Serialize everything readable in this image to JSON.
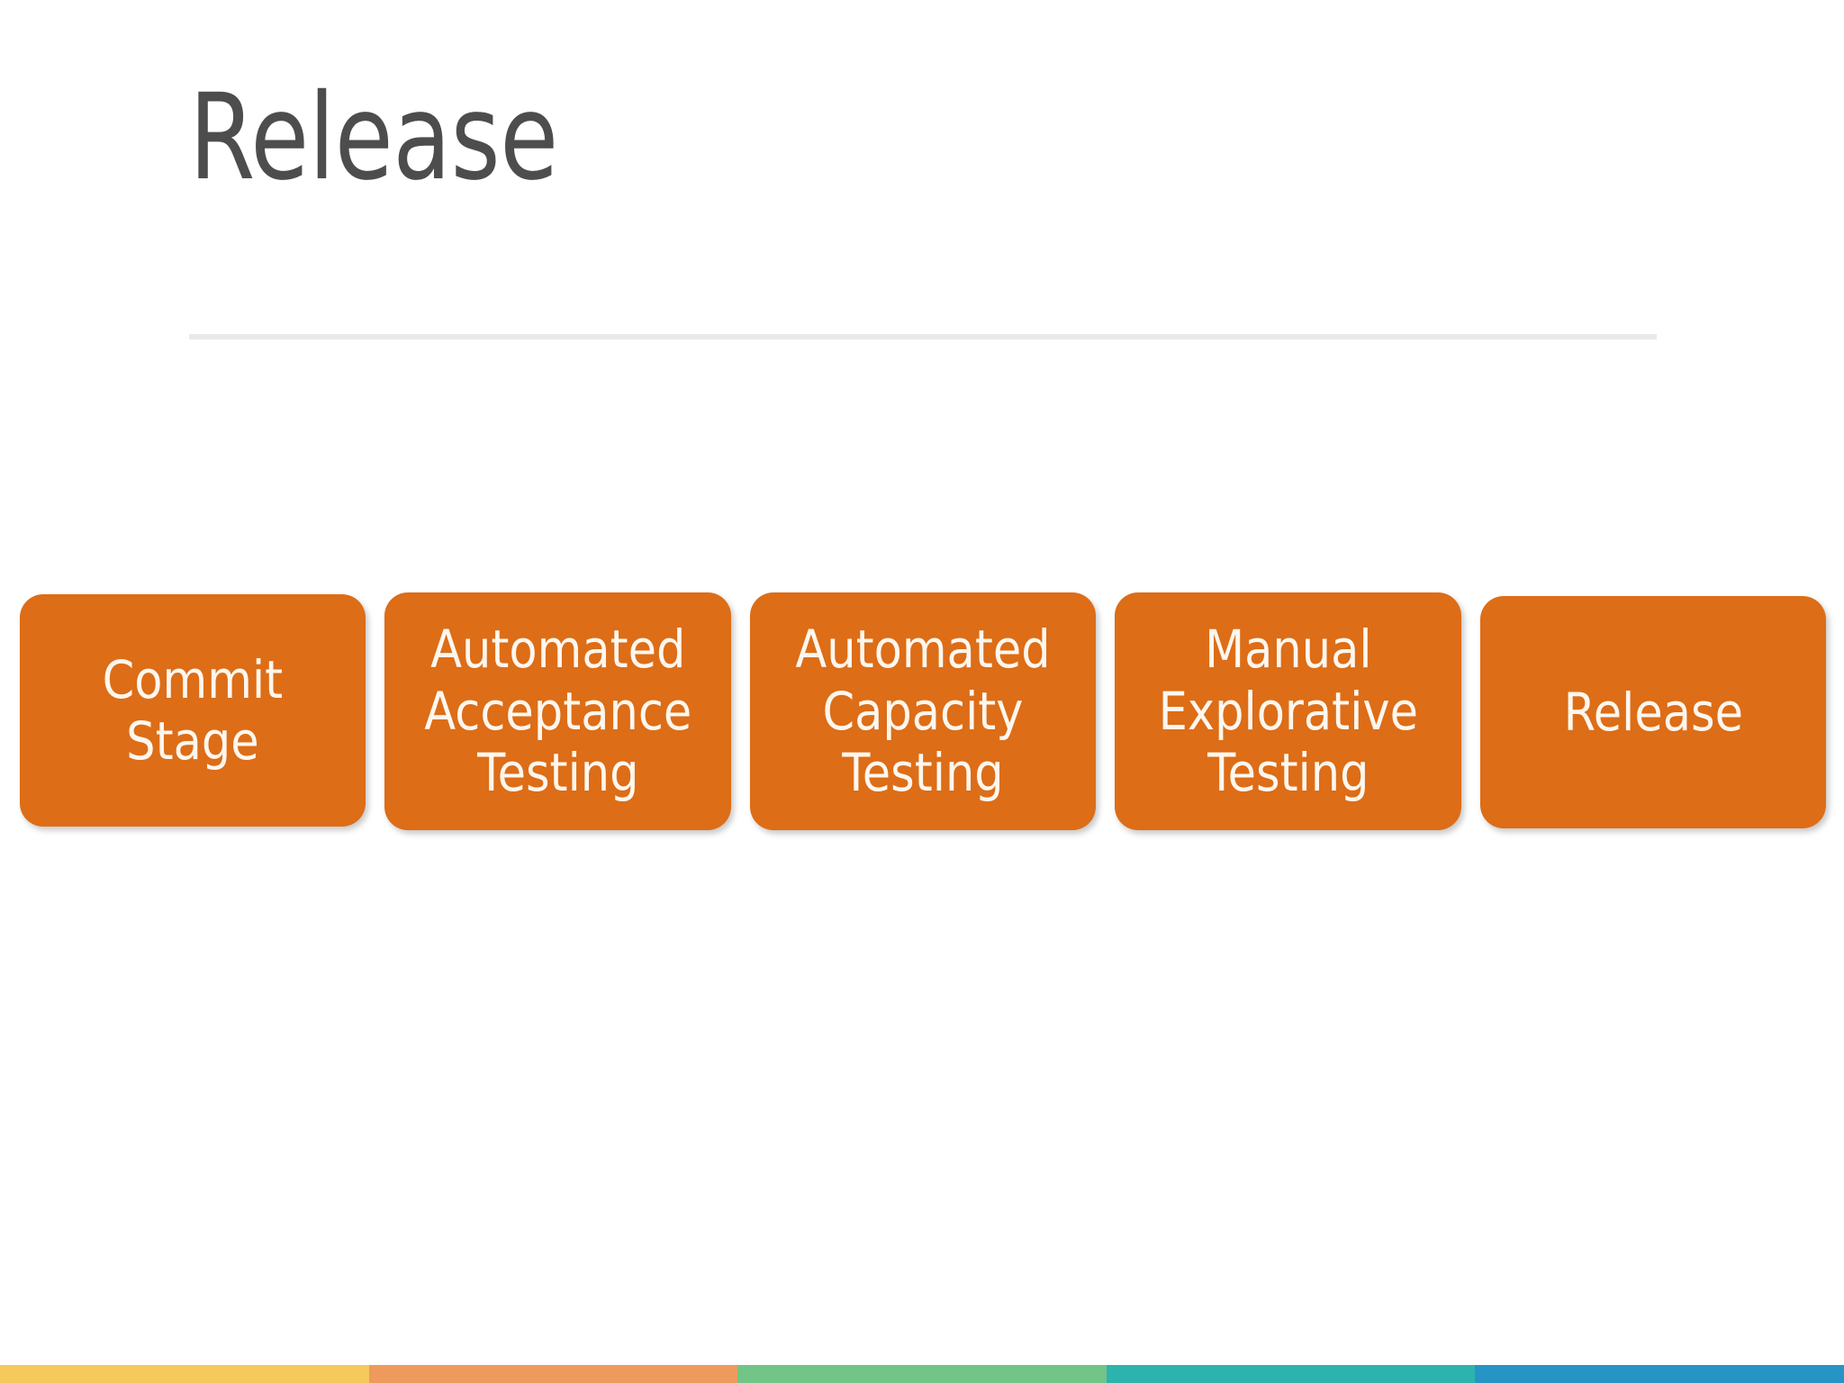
{
  "slide": {
    "title": "Release",
    "background_color": "#ffffff",
    "title_color": "#4d4d4d",
    "rule_color": "#e9e9e9"
  },
  "pipeline": {
    "box_color": "#dd6d17",
    "text_color": "#fdf7ef",
    "stages": [
      {
        "label": "Commit\nStage"
      },
      {
        "label": "Automated\nAcceptance\nTesting"
      },
      {
        "label": "Automated\nCapacity\nTesting"
      },
      {
        "label": "Manual\nExplorative\nTesting"
      },
      {
        "label": "Release"
      }
    ]
  },
  "accent_strip": {
    "segments": [
      {
        "name": "yellow",
        "color": "#f5c95c"
      },
      {
        "name": "orange",
        "color": "#ef9a5d"
      },
      {
        "name": "green",
        "color": "#72c487"
      },
      {
        "name": "teal",
        "color": "#2db3ad"
      },
      {
        "name": "blue",
        "color": "#2694c4"
      }
    ]
  }
}
